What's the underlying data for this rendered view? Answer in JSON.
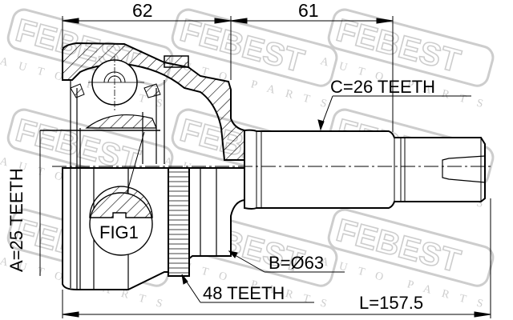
{
  "diagram": {
    "subject": "CV joint outer assembly",
    "dimensions": {
      "top_left": "62",
      "top_right": "61",
      "spline_c": "C=26 TEETH",
      "spline_a": "A=25 TEETH",
      "diameter_b": "B=Ø63",
      "abs_ring": "48 TEETH",
      "length": "L=157.5"
    },
    "callout": "FIG1",
    "watermark": {
      "brand": "FEBEST",
      "sub": "A U T O   P A R T S"
    }
  }
}
